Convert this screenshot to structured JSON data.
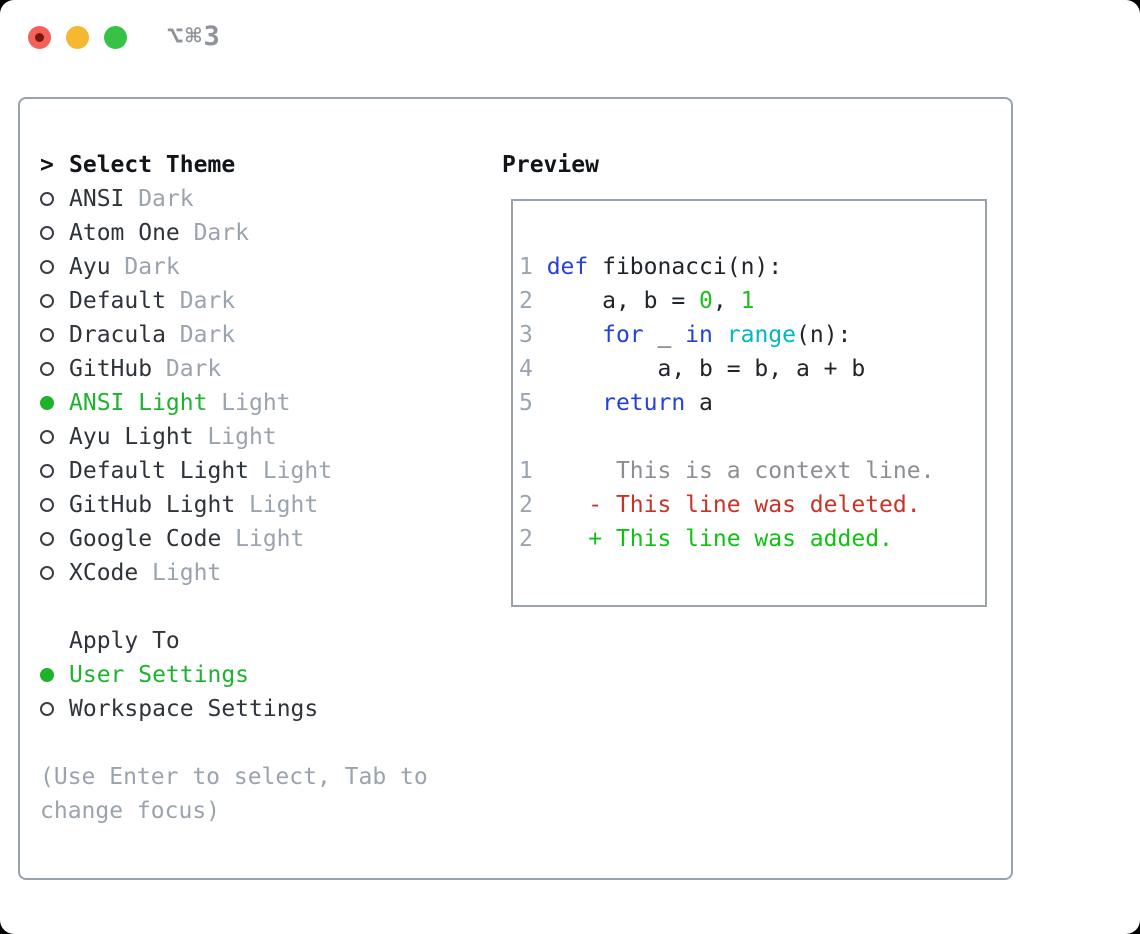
{
  "window": {
    "shortcut": "⌥⌘3"
  },
  "colors": {
    "accent-green": "#1db32f",
    "tag-gray": "#9aa3ae",
    "text-dark": "#2f343b",
    "border-gray": "#9aa2ac",
    "hint-gray": "#9aa3ae",
    "linenum-gray": "#9aa5b1",
    "context-gray": "#8b8e92",
    "syntax-keyword": "#2441dd",
    "syntax-builtin": "#00b7c3",
    "syntax-number": "#1cc21c",
    "diff-deleted": "#c93327",
    "diff-added": "#0fc20f",
    "traffic-red": "#f4605a",
    "traffic-yellow": "#f5b831",
    "traffic-green": "#35c245",
    "shortcut-gray": "#8f939a"
  },
  "theme_panel": {
    "header_marker": ">",
    "header": "Select Theme",
    "themes": [
      {
        "name": "ANSI",
        "tag": "Dark",
        "selected": false
      },
      {
        "name": "Atom One",
        "tag": "Dark",
        "selected": false
      },
      {
        "name": "Ayu",
        "tag": "Dark",
        "selected": false
      },
      {
        "name": "Default",
        "tag": "Dark",
        "selected": false
      },
      {
        "name": "Dracula",
        "tag": "Dark",
        "selected": false
      },
      {
        "name": "GitHub",
        "tag": "Dark",
        "selected": false
      },
      {
        "name": "ANSI Light",
        "tag": "Light",
        "selected": true
      },
      {
        "name": "Ayu Light",
        "tag": "Light",
        "selected": false
      },
      {
        "name": "Default Light",
        "tag": "Light",
        "selected": false
      },
      {
        "name": "GitHub Light",
        "tag": "Light",
        "selected": false
      },
      {
        "name": "Google Code",
        "tag": "Light",
        "selected": false
      },
      {
        "name": "XCode",
        "tag": "Light",
        "selected": false
      }
    ],
    "apply_header": "Apply To",
    "apply_options": [
      {
        "label": "User Settings",
        "selected": true
      },
      {
        "label": "Workspace Settings",
        "selected": false
      }
    ],
    "hint": "(Use Enter to select, Tab to change focus)"
  },
  "preview": {
    "header": "Preview",
    "lines": [
      [
        {
          "t": "1 ",
          "c": "ln"
        },
        {
          "t": "def ",
          "c": "kw"
        },
        {
          "t": "fibonacci(n):",
          "c": "pl"
        }
      ],
      [
        {
          "t": "2 ",
          "c": "ln"
        },
        {
          "t": "    a, b = ",
          "c": "pl"
        },
        {
          "t": "0",
          "c": "num"
        },
        {
          "t": ", ",
          "c": "pl"
        },
        {
          "t": "1",
          "c": "num"
        }
      ],
      [
        {
          "t": "3 ",
          "c": "ln"
        },
        {
          "t": "    ",
          "c": "pl"
        },
        {
          "t": "for",
          "c": "kw"
        },
        {
          "t": " _ ",
          "c": "pl"
        },
        {
          "t": "in",
          "c": "kw"
        },
        {
          "t": " ",
          "c": "pl"
        },
        {
          "t": "range",
          "c": "bi"
        },
        {
          "t": "(n):",
          "c": "pl"
        }
      ],
      [
        {
          "t": "4 ",
          "c": "ln"
        },
        {
          "t": "        a, b = b, a + b",
          "c": "pl"
        }
      ],
      [
        {
          "t": "5 ",
          "c": "ln"
        },
        {
          "t": "    ",
          "c": "pl"
        },
        {
          "t": "return",
          "c": "kw"
        },
        {
          "t": " a",
          "c": "pl"
        }
      ],
      [],
      [
        {
          "t": "1",
          "c": "ln"
        },
        {
          "t": "      This is a context line.",
          "c": "ctx"
        }
      ],
      [
        {
          "t": "2",
          "c": "ln"
        },
        {
          "t": "    - This line was deleted.",
          "c": "del"
        }
      ],
      [
        {
          "t": "2",
          "c": "ln"
        },
        {
          "t": "    + This line was added.",
          "c": "add"
        }
      ]
    ]
  }
}
